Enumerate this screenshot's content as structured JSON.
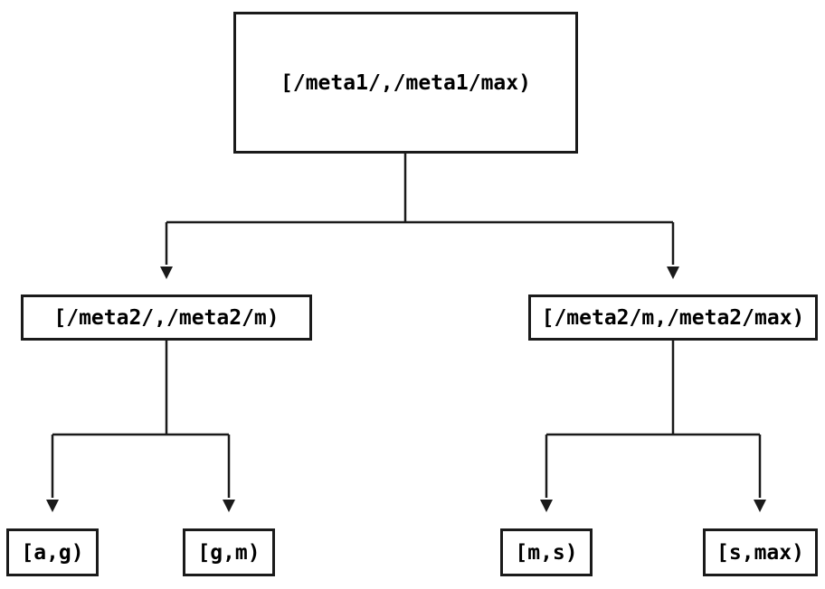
{
  "diagram": {
    "description": "Binary tree of key range splits",
    "colors": {
      "line": "#1a1a1a",
      "background": "#ffffff",
      "text": "#000000"
    },
    "root": {
      "label": "[/meta1/,/meta1/max)"
    },
    "level1": [
      {
        "label": "[/meta2/,/meta2/m)"
      },
      {
        "label": "[/meta2/m,/meta2/max)"
      }
    ],
    "leaves": [
      {
        "label": "[a,g)"
      },
      {
        "label": "[g,m)"
      },
      {
        "label": "[m,s)"
      },
      {
        "label": "[s,max)"
      }
    ]
  }
}
